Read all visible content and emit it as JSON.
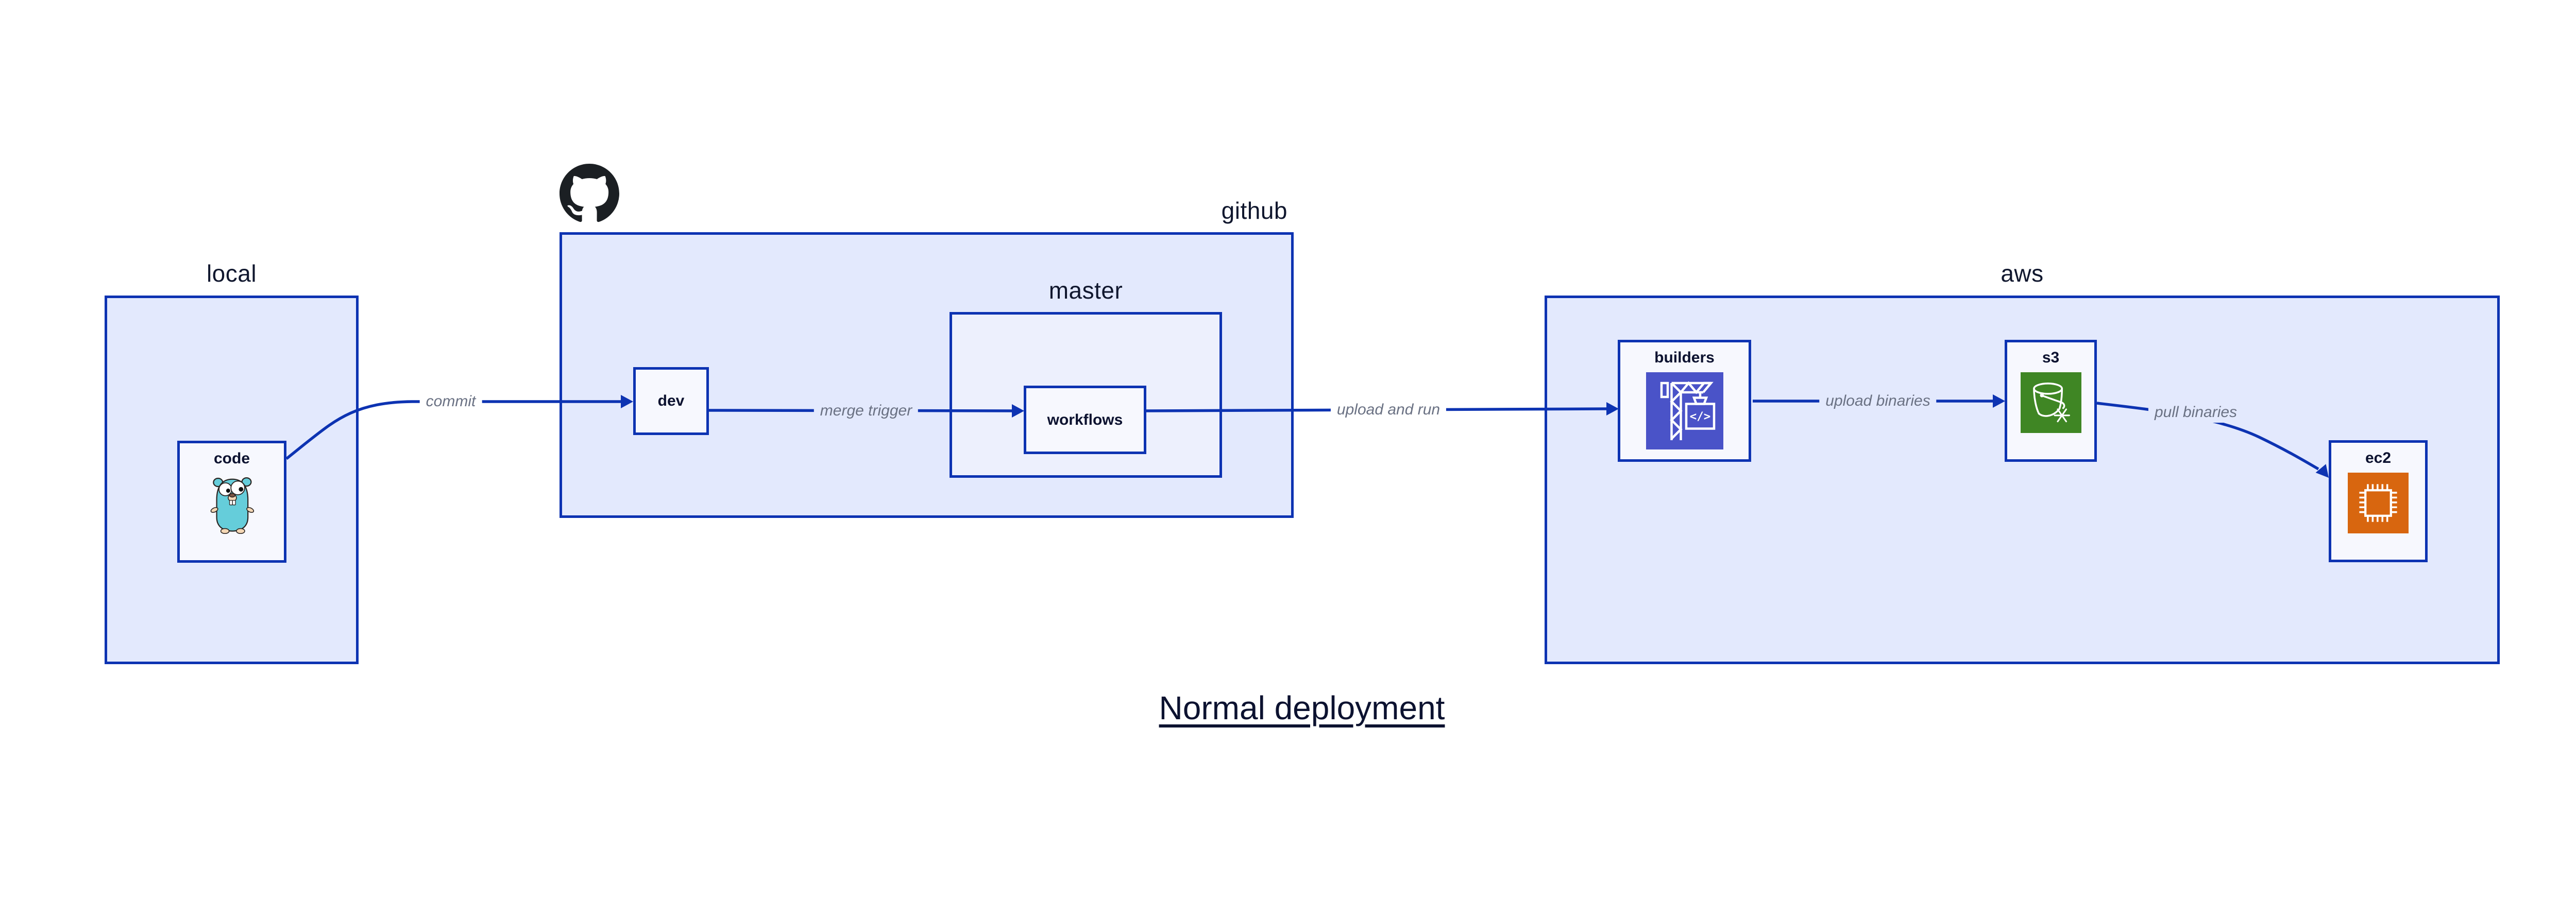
{
  "title": "Normal deployment",
  "containers": {
    "local": {
      "label": "local"
    },
    "github": {
      "label": "github"
    },
    "master": {
      "label": "master"
    },
    "aws": {
      "label": "aws"
    }
  },
  "nodes": {
    "code": {
      "label": "code"
    },
    "dev": {
      "label": "dev"
    },
    "workflows": {
      "label": "workflows"
    },
    "builders": {
      "label": "builders"
    },
    "s3": {
      "label": "s3"
    },
    "ec2": {
      "label": "ec2"
    }
  },
  "edges": {
    "commit": {
      "label": "commit"
    },
    "merge": {
      "label": "merge trigger"
    },
    "upload_run": {
      "label": "upload and run"
    },
    "upload_binaries": {
      "label": "upload binaries"
    },
    "pull_binaries": {
      "label": "pull binaries"
    }
  },
  "icons": {
    "github_logo": "github-octocat-icon",
    "code_icon": "go-gopher-icon",
    "builders_icon": "codebuild-crane-icon",
    "builders_glyph": "</>",
    "s3_icon": "s3-glacier-bucket-icon",
    "ec2_icon": "ec2-chip-icon"
  },
  "colors": {
    "stroke_blue": "#0d33b2",
    "container_fill": "#e3e9fd",
    "nested_container_fill": "#edf0fd",
    "node_fill": "#f7f8fe",
    "text_dark": "#0c1230",
    "edge_label_gray": "#6a7183",
    "builders_icon_bg": "#4a53c8",
    "s3_icon_bg": "#3f8624",
    "ec2_icon_bg": "#d8660f",
    "gopher_teal": "#65cdda",
    "github_black": "#1b1f23"
  }
}
